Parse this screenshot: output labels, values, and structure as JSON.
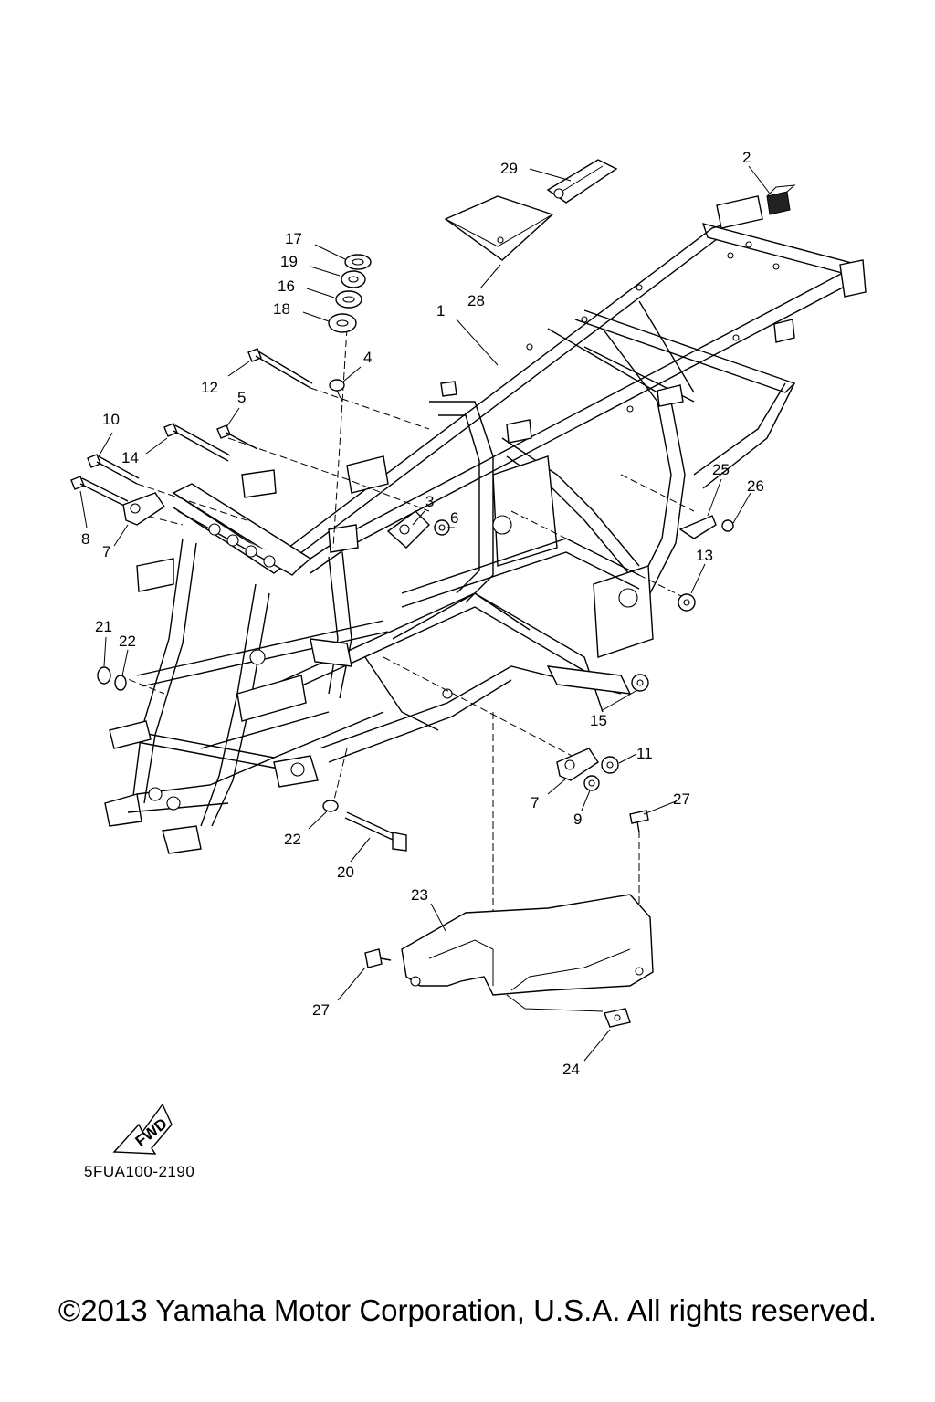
{
  "diagram": {
    "code": "5FUA100-2190",
    "fwd_label": "FWD",
    "callouts": [
      "1",
      "2",
      "3",
      "4",
      "5",
      "6",
      "7",
      "7",
      "8",
      "9",
      "10",
      "11",
      "12",
      "13",
      "14",
      "15",
      "16",
      "17",
      "18",
      "19",
      "20",
      "21",
      "22",
      "22",
      "23",
      "24",
      "25",
      "26",
      "27",
      "27",
      "28",
      "29"
    ]
  },
  "footer": {
    "copyright": "©2013 Yamaha Motor Corporation, U.S.A. All rights reserved."
  }
}
